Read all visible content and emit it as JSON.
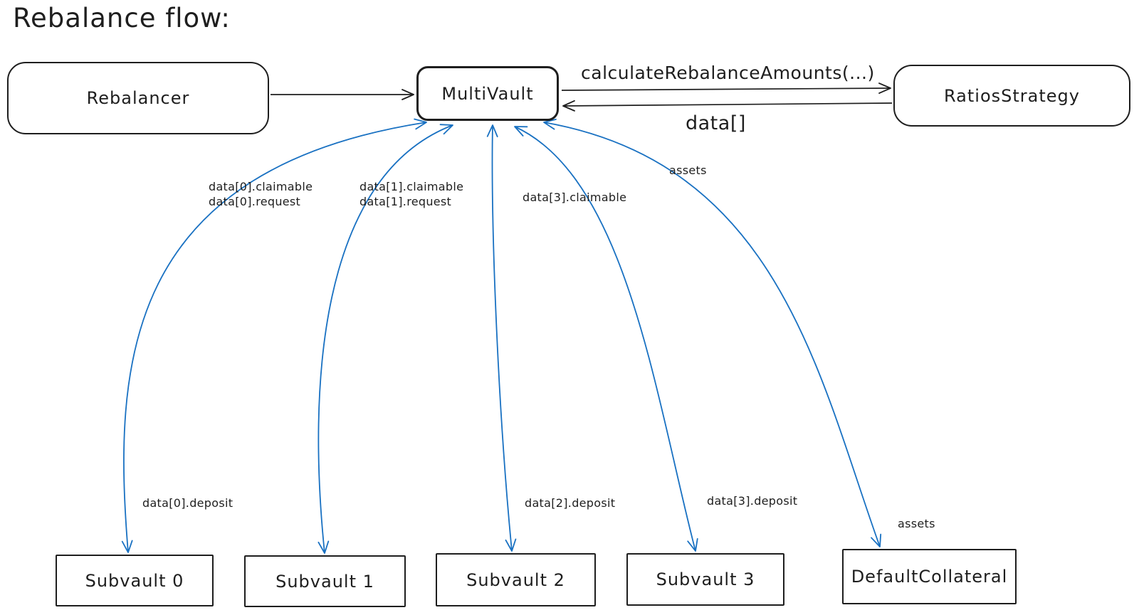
{
  "title": "Rebalance flow:",
  "colors": {
    "ink": "#1e1e1e",
    "arrow_blue": "#1971c2",
    "background": "#ffffff"
  },
  "nodes": {
    "rebalancer": {
      "label": "Rebalancer"
    },
    "multivault": {
      "label": "MultiVault"
    },
    "ratios_strategy": {
      "label": "RatiosStrategy"
    },
    "subvault0": {
      "label": "Subvault 0"
    },
    "subvault1": {
      "label": "Subvault 1"
    },
    "subvault2": {
      "label": "Subvault 2"
    },
    "subvault3": {
      "label": "Subvault 3"
    },
    "default_collateral": {
      "label": "DefaultCollateral"
    }
  },
  "edge_labels": {
    "calculate": "calculateRebalanceAmounts(...)",
    "data_array": "data[]",
    "assets_top": "assets",
    "assets_bottom": "assets",
    "d0_claimable": "data[0].claimable",
    "d0_request": "data[0].request",
    "d0_deposit": "data[0].deposit",
    "d1_claimable": "data[1].claimable",
    "d1_request": "data[1].request",
    "d2_deposit": "data[2].deposit",
    "d3_claimable": "data[3].claimable",
    "d3_deposit": "data[3].deposit"
  }
}
